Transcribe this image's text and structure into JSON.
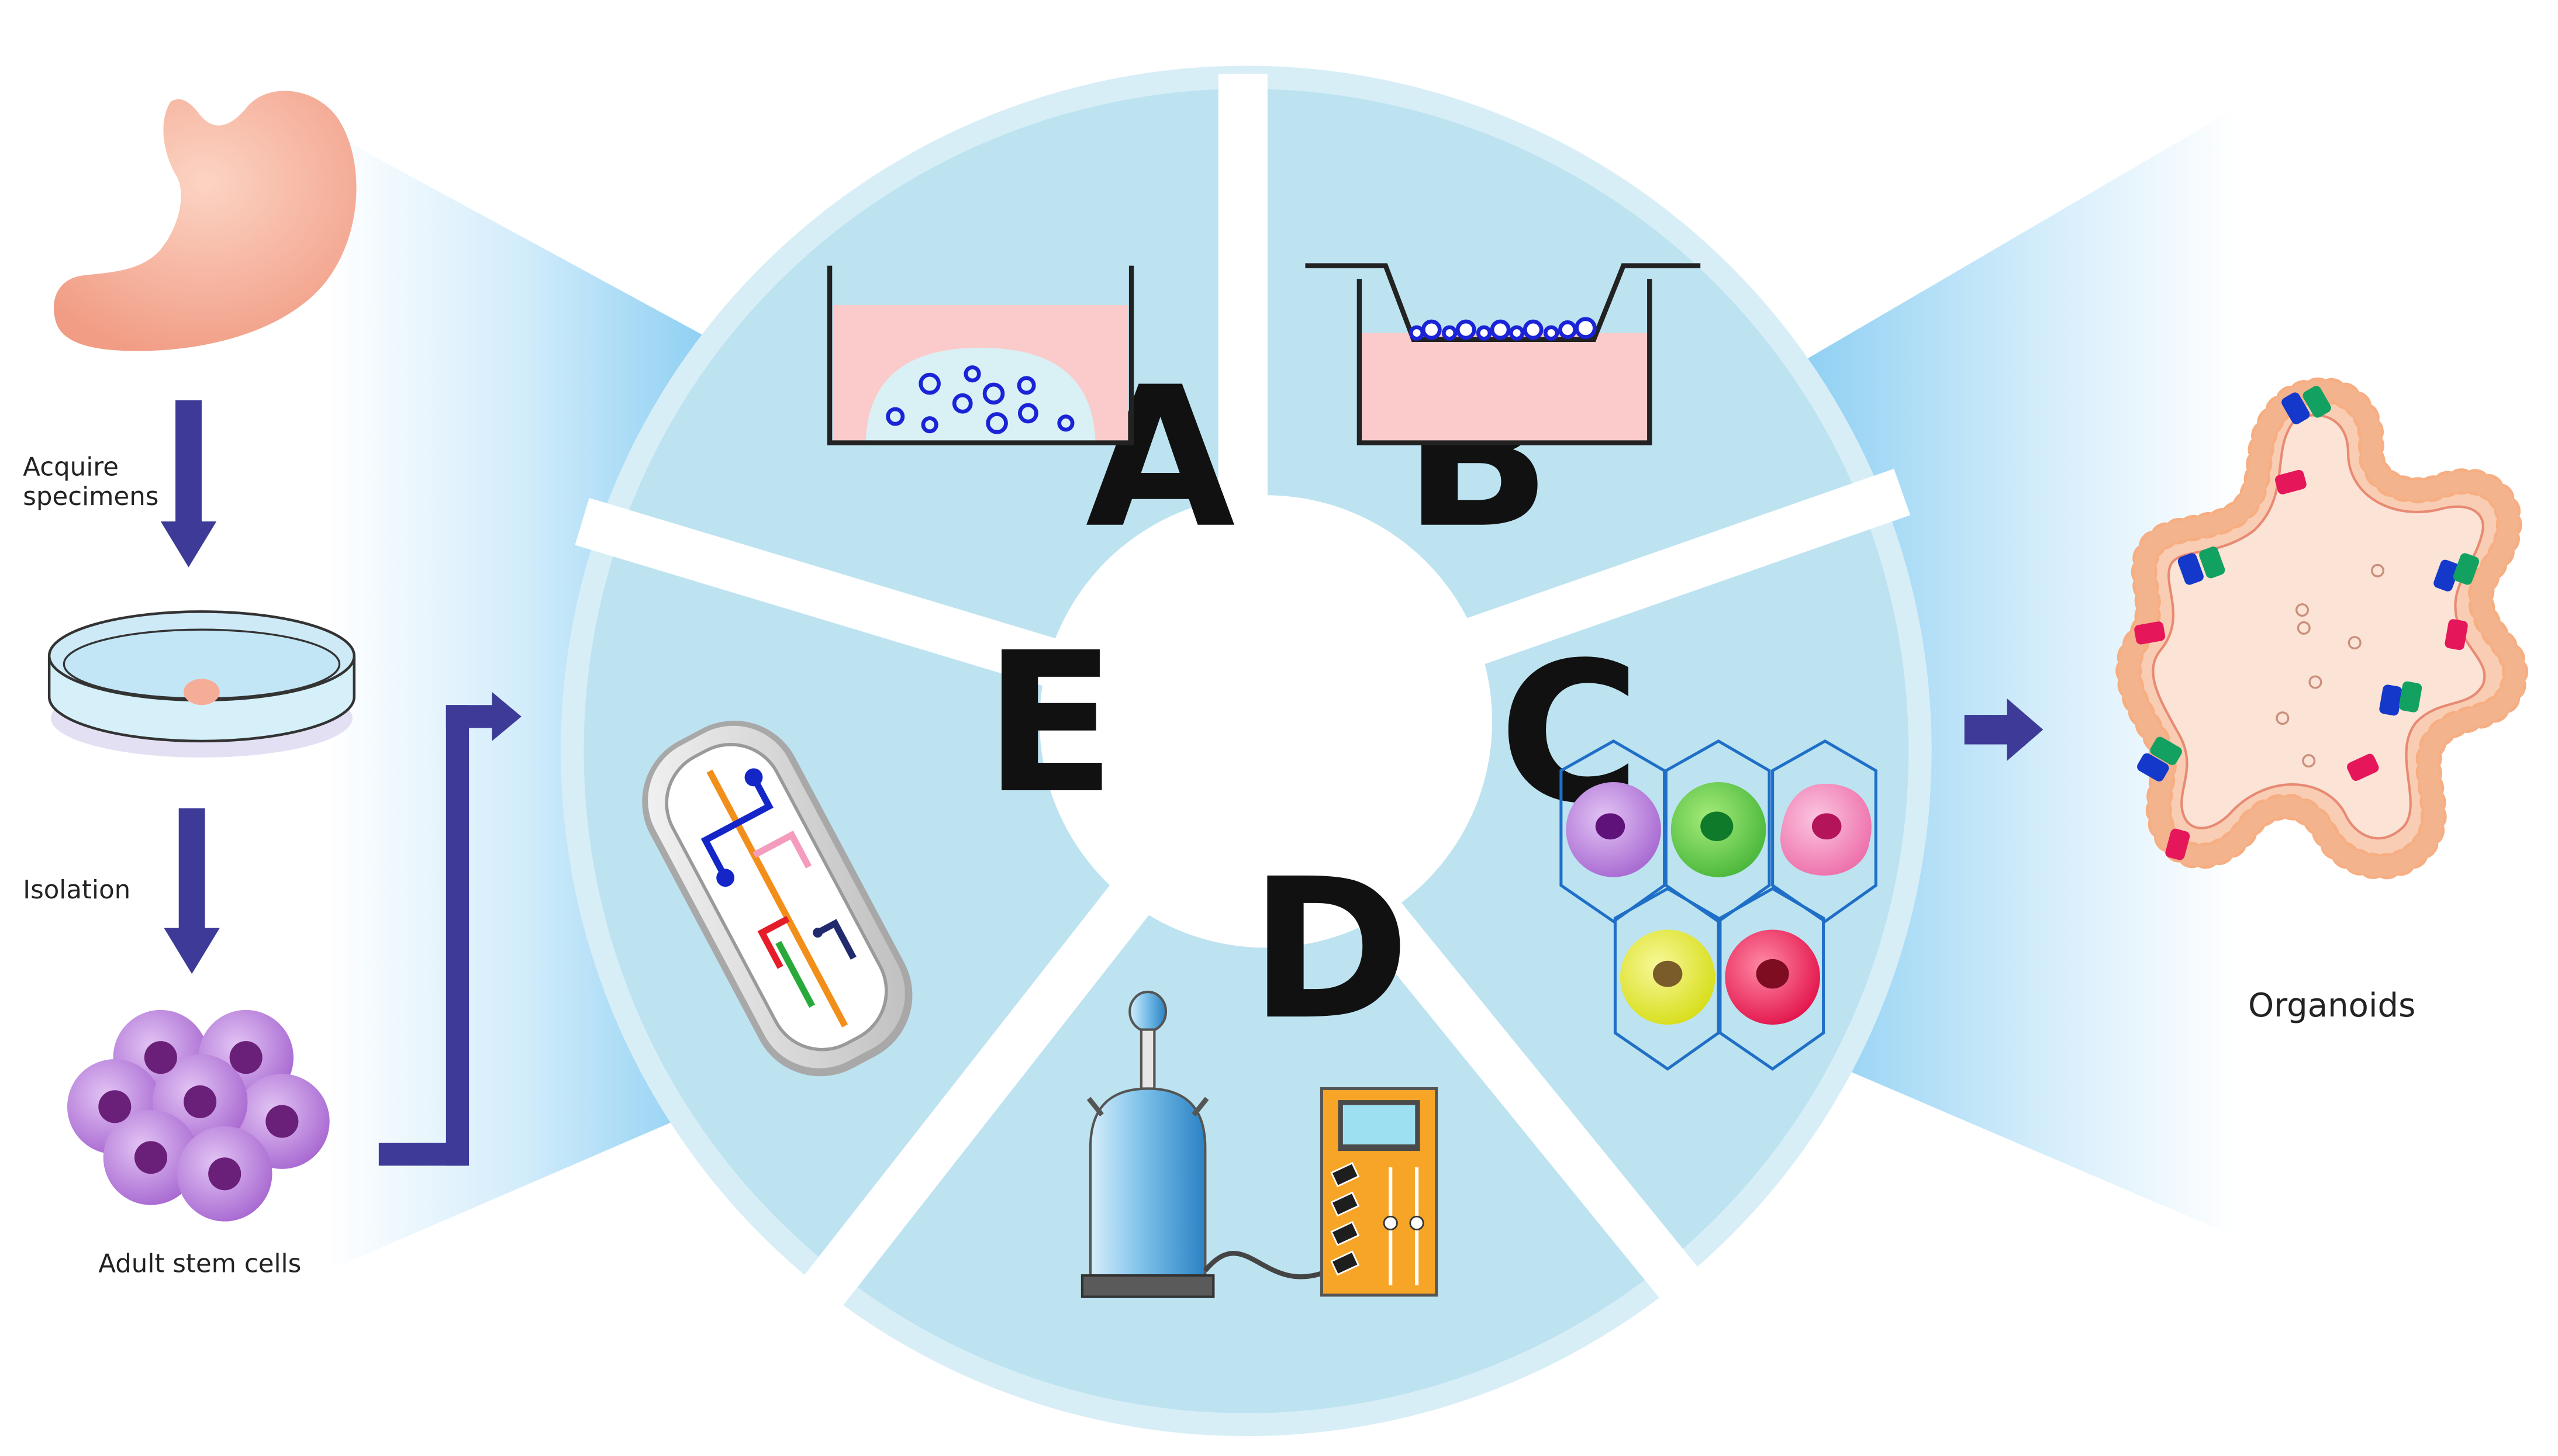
{
  "labels": {
    "acquire_line1": "Acquire",
    "acquire_line2": "specimens",
    "isolation": "Isolation",
    "adult_stem_cells": "Adult stem cells",
    "organoids": "Organoids"
  },
  "segments": [
    {
      "letter": "A"
    },
    {
      "letter": "B"
    },
    {
      "letter": "C"
    },
    {
      "letter": "D"
    },
    {
      "letter": "E"
    }
  ],
  "colors": {
    "ring": "#d8eef7",
    "segment": "#bde3f1",
    "arrow": "#3d3b97",
    "stomach": "#f6ad98",
    "stem_cell": "#b57fd6",
    "stem_nucleus": "#6a1f79",
    "medium": "#fbcbcb",
    "organoid": "#f9c4a5"
  },
  "icons": [
    "stomach-icon",
    "petri-dish-icon",
    "stem-cells-icon",
    "culture-well-icon",
    "transwell-insert-icon",
    "cell-grid-icon",
    "bioreactor-icon",
    "microfluidic-chip-icon",
    "organoid-icon"
  ]
}
